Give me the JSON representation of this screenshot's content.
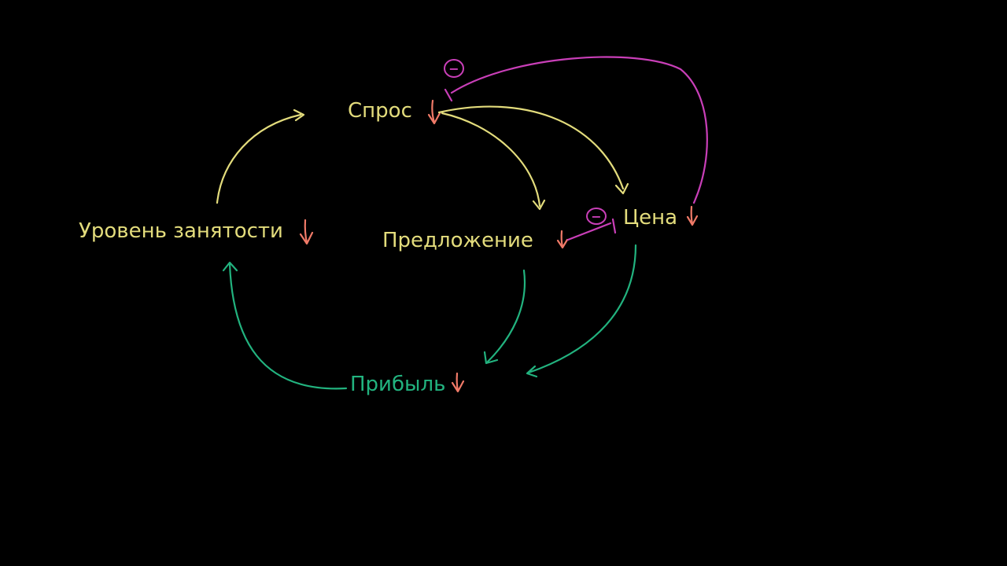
{
  "colors": {
    "background": "#000000",
    "yellow": "#e3dc7c",
    "green": "#22b37f",
    "magenta": "#c93fb8",
    "red": "#f07a68"
  },
  "nodes": {
    "demand": {
      "label": "Спрос",
      "trend": "↓"
    },
    "employment": {
      "label": "Уровень занятости",
      "trend": "↓"
    },
    "supply": {
      "label": "Предложение",
      "trend": "↓"
    },
    "price": {
      "label": "Цена",
      "trend": "↓"
    },
    "profit": {
      "label": "Прибыль",
      "trend": "↓"
    }
  },
  "links": {
    "negative_sign": "−"
  }
}
